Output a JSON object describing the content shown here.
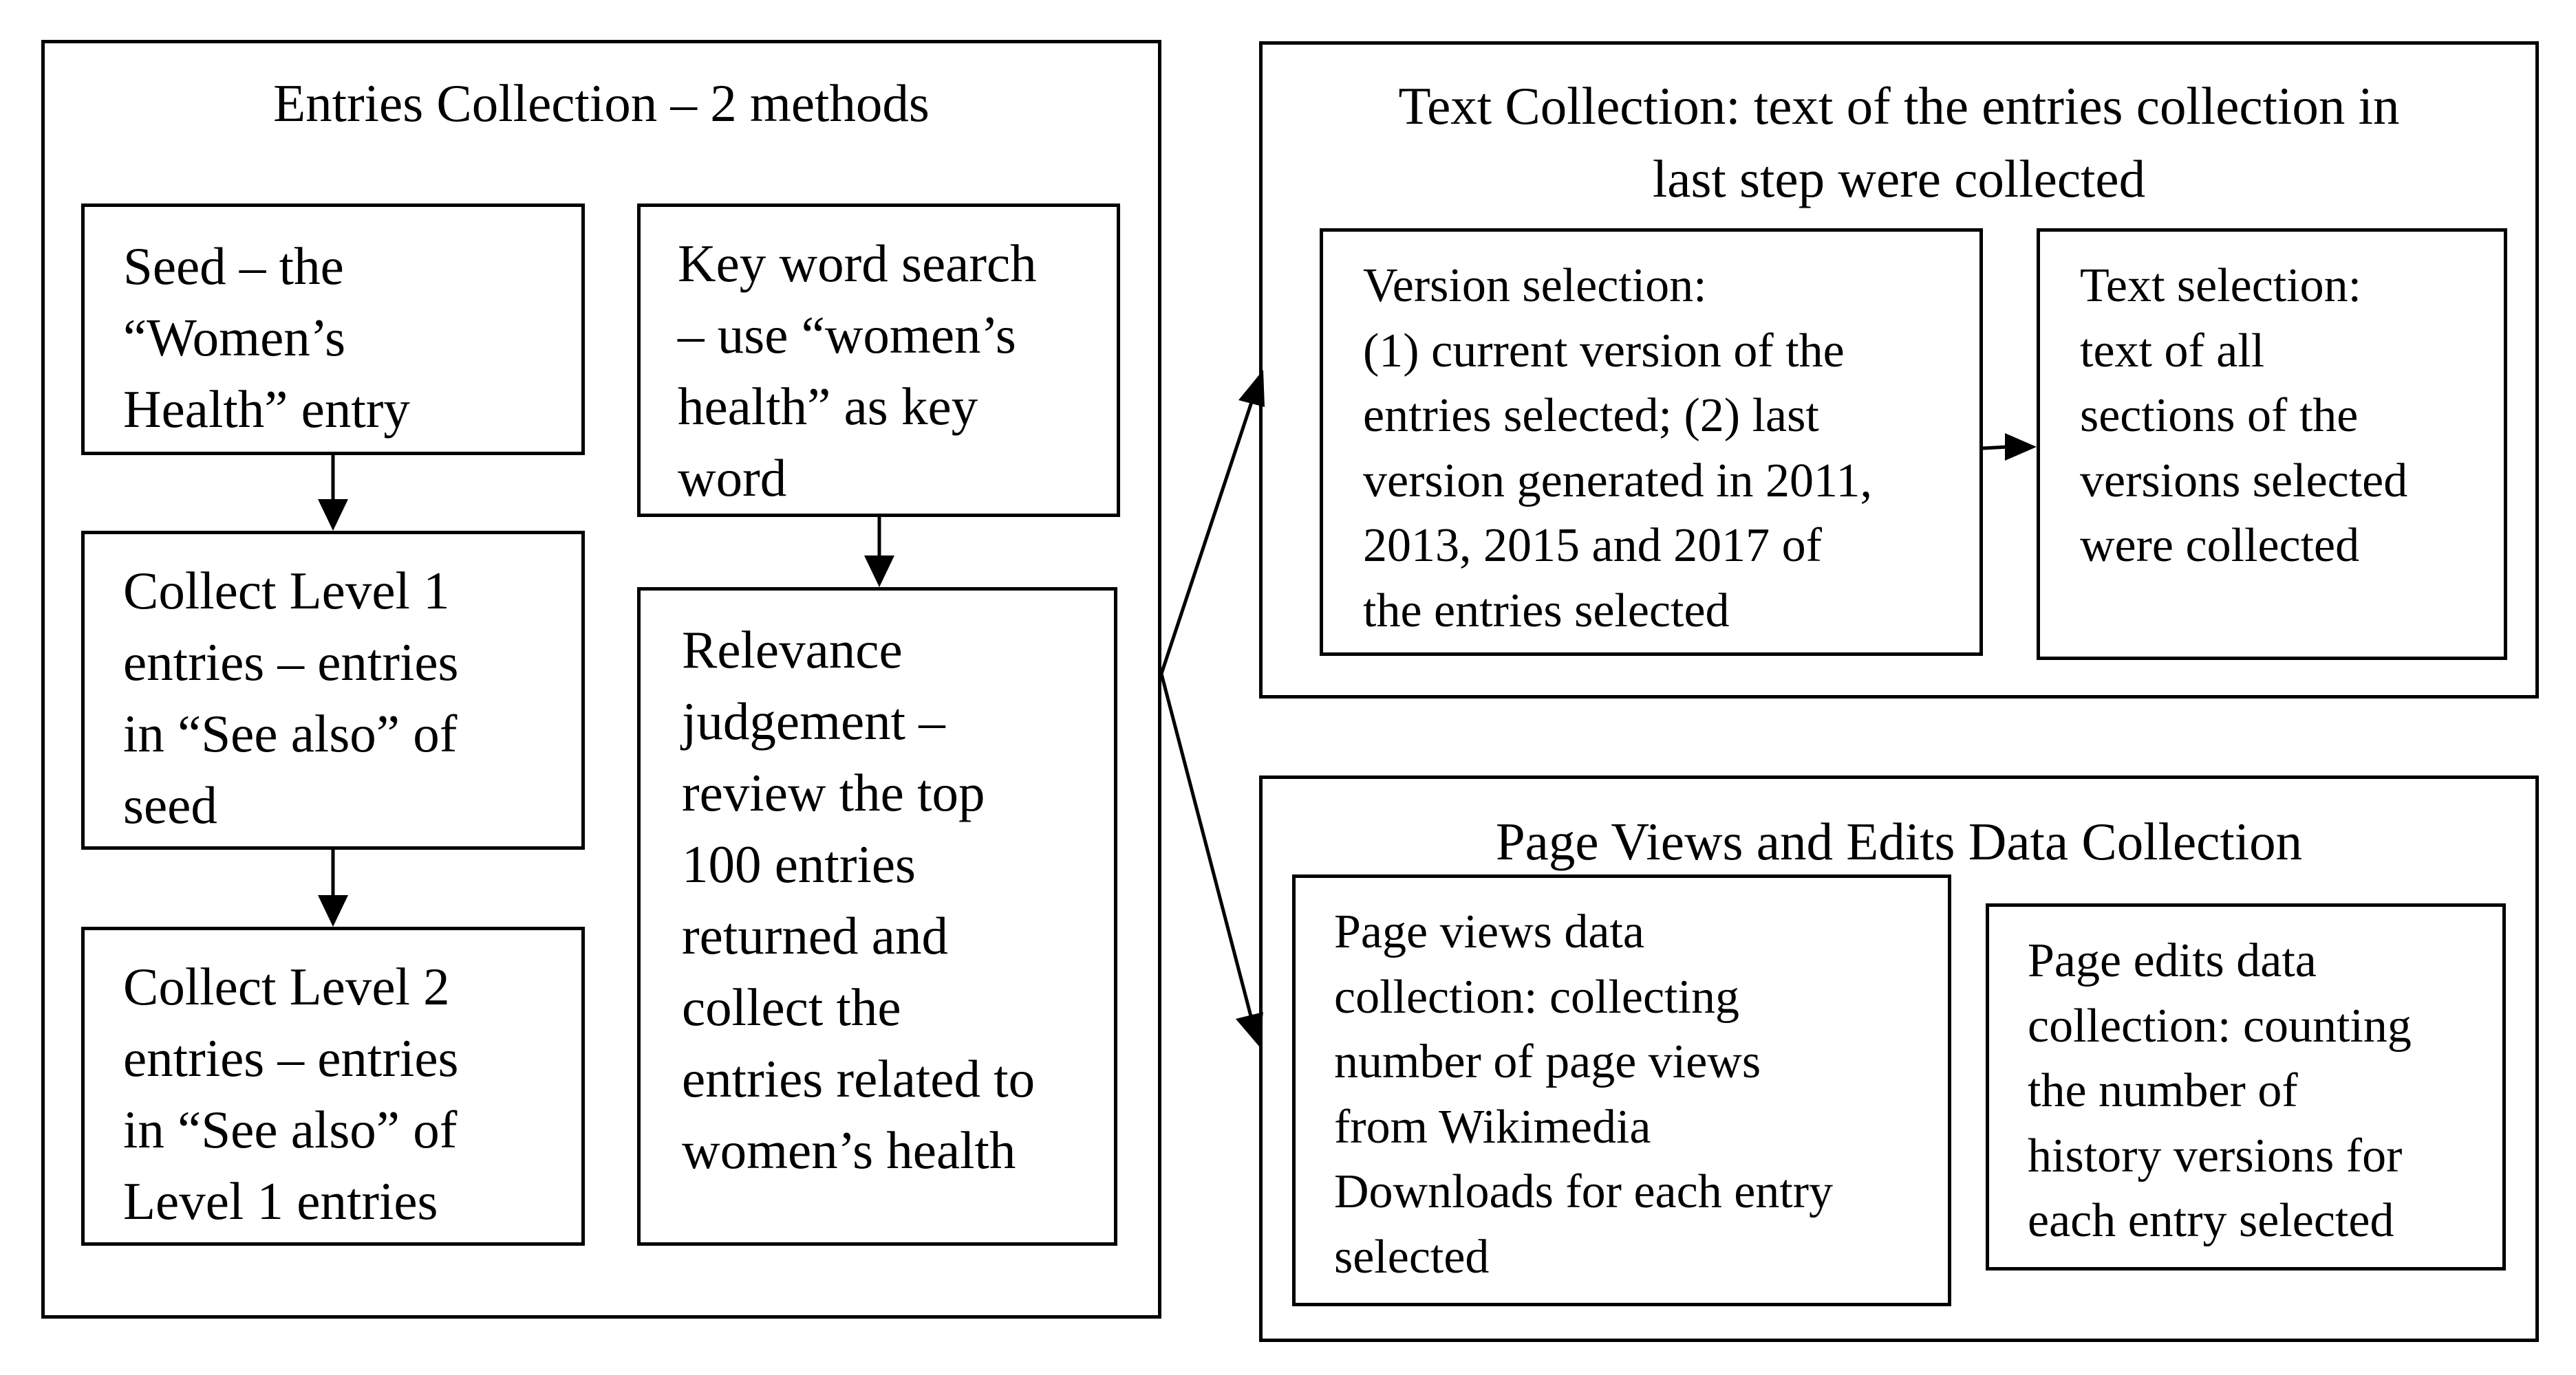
{
  "entries_collection": {
    "title": "Entries Collection – 2 methods",
    "seed": [
      "Seed – the",
      "“Women’s",
      "Health” entry"
    ],
    "level1": [
      "Collect Level 1",
      "entries – entries",
      "in “See also” of",
      "seed"
    ],
    "level2": [
      "Collect Level 2",
      "entries – entries",
      "in “See also” of",
      "Level 1 entries"
    ],
    "keyword": [
      "Key word search",
      "– use “women’s",
      "health” as key",
      "word"
    ],
    "relevance": [
      "Relevance",
      "judgement –",
      "review the top",
      "100 entries",
      "returned and",
      "collect the",
      "entries related to",
      "women’s health"
    ]
  },
  "text_collection": {
    "title": [
      "Text Collection: text of the entries collection in",
      "last step were collected"
    ],
    "version": [
      "Version selection:",
      "(1) current version of the",
      "entries selected; (2) last",
      "version generated in 2011,",
      "2013, 2015 and 2017 of",
      "the entries selected"
    ],
    "text": [
      "Text selection:",
      "text of all",
      "sections of the",
      "versions selected",
      "were collected"
    ]
  },
  "views_edits": {
    "title": "Page Views and Edits Data Collection",
    "views": [
      "Page views data",
      "collection: collecting",
      "number of page views",
      "from Wikimedia",
      "Downloads for each entry",
      "selected"
    ],
    "edits": [
      "Page edits data",
      "collection: counting",
      "the number of",
      "history versions for",
      "each entry selected"
    ]
  }
}
